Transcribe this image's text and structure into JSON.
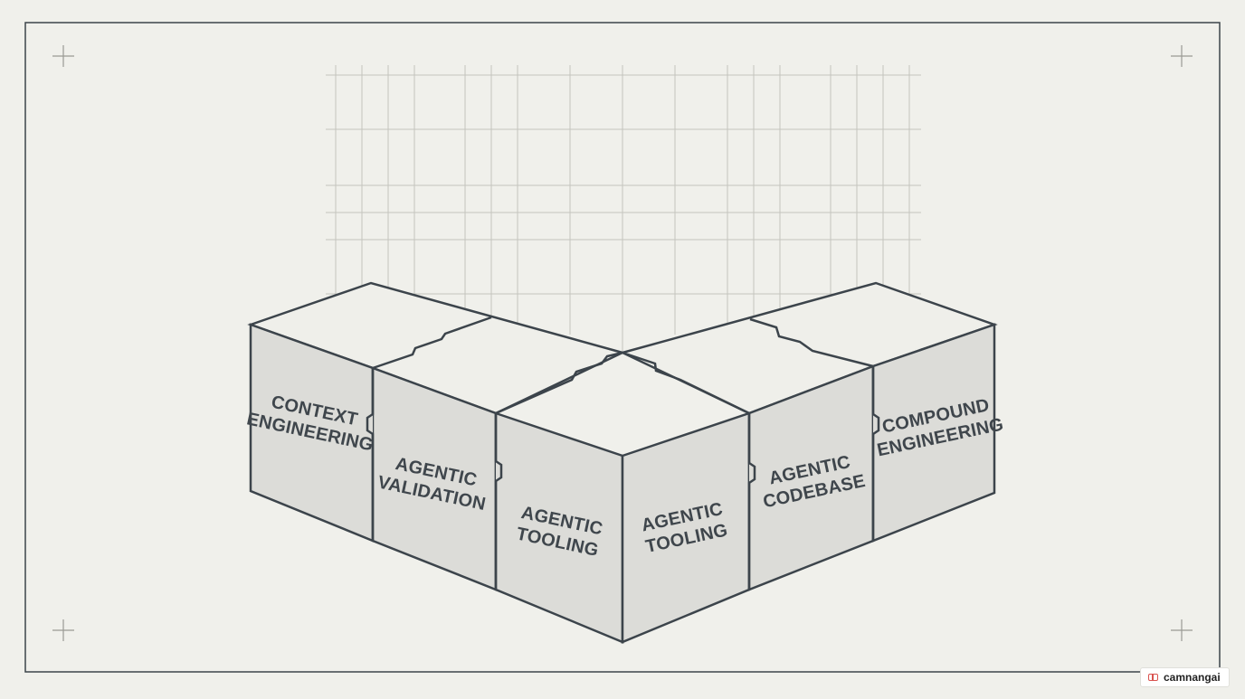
{
  "diagram": {
    "blocks": [
      {
        "lines": [
          "CONTEXT",
          "ENGINEERING"
        ]
      },
      {
        "lines": [
          "AGENTIC",
          "VALIDATION"
        ]
      },
      {
        "lines": [
          "AGENTIC",
          "TOOLING"
        ]
      },
      {
        "lines": [
          "AGENTIC",
          "TOOLING"
        ]
      },
      {
        "lines": [
          "AGENTIC",
          "CODEBASE"
        ]
      },
      {
        "lines": [
          "COMPOUND",
          "ENGINEERING"
        ]
      }
    ]
  },
  "watermark": {
    "text": "camnangai",
    "icon": "gift-box-icon"
  },
  "colors": {
    "background": "#f0f0eb",
    "outline": "#3c444b",
    "block_face": "#dcdcd8",
    "block_top": "#efefea",
    "grid": "#c4c4be",
    "label": "#3f464c"
  }
}
